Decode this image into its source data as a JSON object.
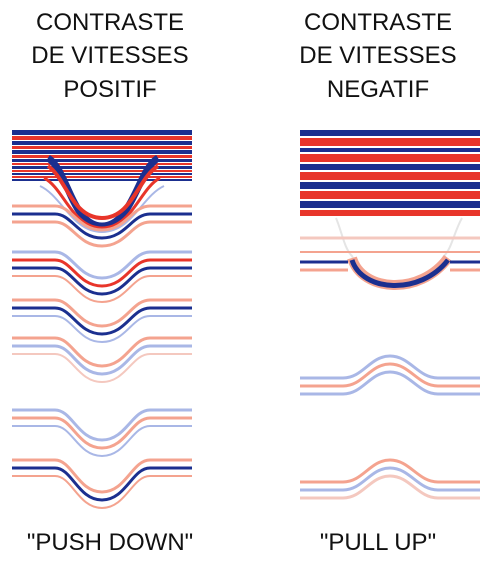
{
  "panels": [
    {
      "title_lines": [
        "CONTRASTE",
        "DE VITESSES",
        "POSITIF"
      ],
      "caption": "\"PUSH DOWN\""
    },
    {
      "title_lines": [
        "CONTRASTE",
        "DE VITESSES",
        "NEGATIF"
      ],
      "caption": "\"PULL UP\""
    }
  ],
  "colors": {
    "red": "#e8352a",
    "blue": "#1b2f8f",
    "light_red": "#f4a38f",
    "light_blue": "#a9b7e6"
  }
}
